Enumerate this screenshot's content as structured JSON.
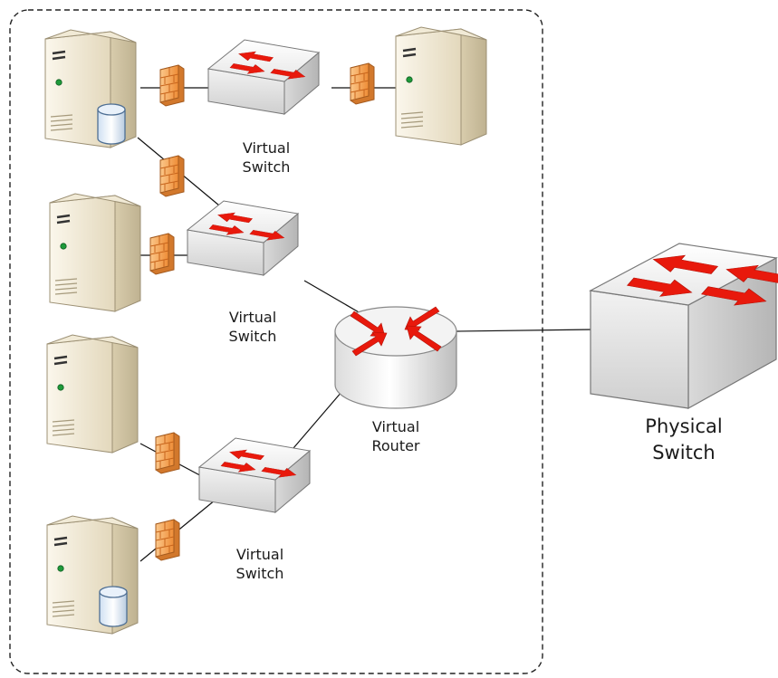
{
  "labels": {
    "switch_top": [
      "Virtual",
      "Switch"
    ],
    "switch_mid": [
      "Virtual",
      "Switch"
    ],
    "switch_bottom": [
      "Virtual",
      "Switch"
    ],
    "router": [
      "Virtual",
      "Router"
    ],
    "physical_switch": [
      "Physical",
      "Switch"
    ]
  },
  "colors": {
    "arrow_red": "#e8190c",
    "firewall_orange": "#f5a24a",
    "server_beige": "#ece3cc",
    "device_gray": "#e2e2e2",
    "boundary_line": "#222222"
  }
}
